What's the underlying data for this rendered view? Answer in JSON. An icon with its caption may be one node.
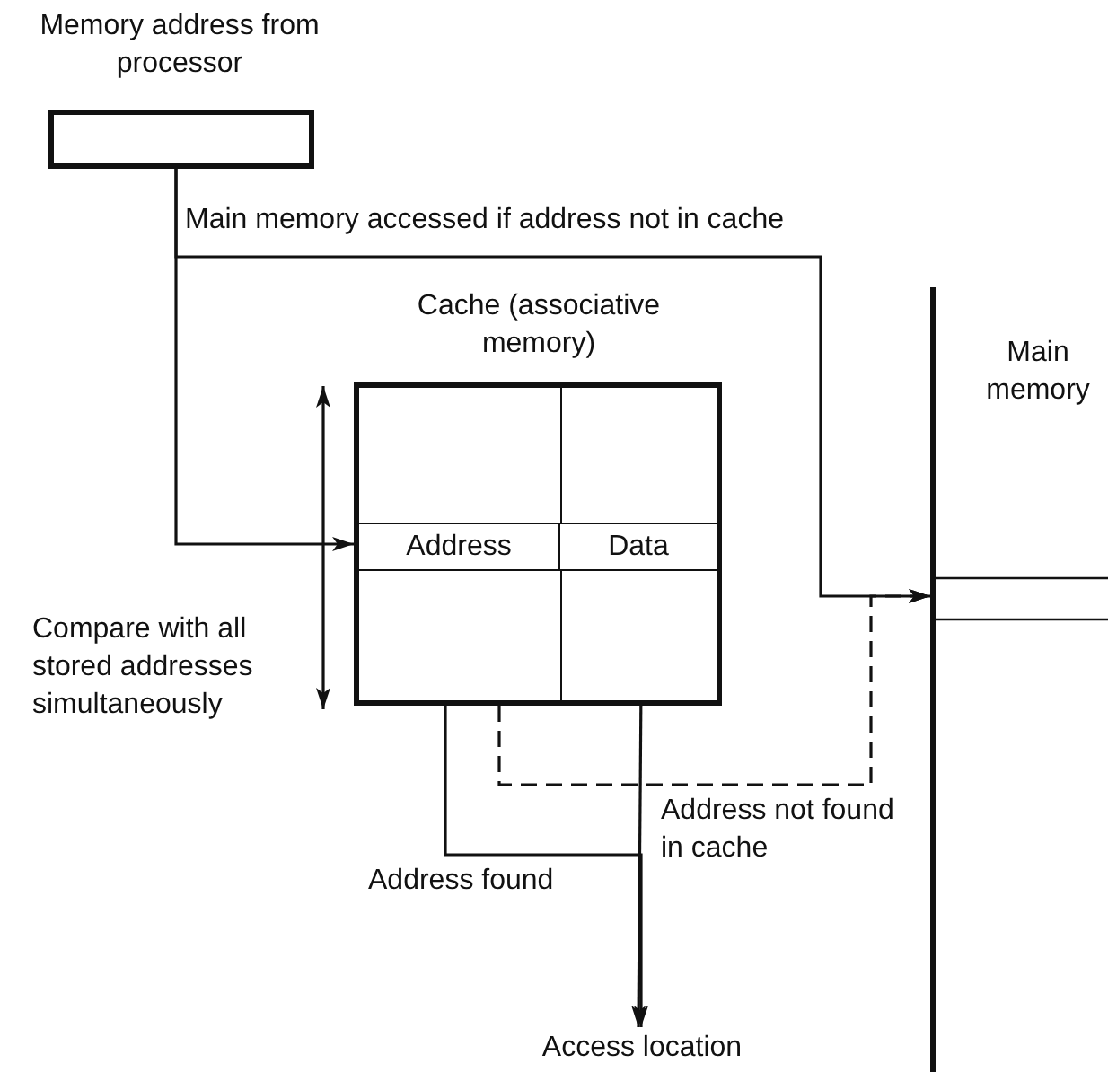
{
  "diagram": {
    "nodes": [
      {
        "text": [
          "Memory address from processor"
        ]
      },
      {
        "text": [
          "Cache (associative memory)"
        ]
      },
      {
        "text": [
          "Address"
        ],
        "in": 1
      },
      {
        "text": [
          "Data"
        ],
        "in": 1
      },
      {
        "text": [
          "Main memory"
        ]
      },
      {
        "text": [
          "Access location"
        ]
      }
    ],
    "edges": [
      {
        "from": 0,
        "to": 1,
        "arrow": "to"
      },
      {
        "from": 0,
        "to": 4,
        "arrow": "to",
        "label": "Main memory accessed if address not in cache"
      },
      {
        "from": 1,
        "to": 4,
        "arrow": "to",
        "style": "dashed",
        "label": "Address not found in cache"
      },
      {
        "from": 1,
        "to": 5,
        "arrow": "to",
        "label": "Address found"
      },
      {
        "from": 3,
        "to": 5,
        "arrow": "both"
      }
    ],
    "labels": [
      "Compare with all stored addresses simultaneously"
    ]
  }
}
